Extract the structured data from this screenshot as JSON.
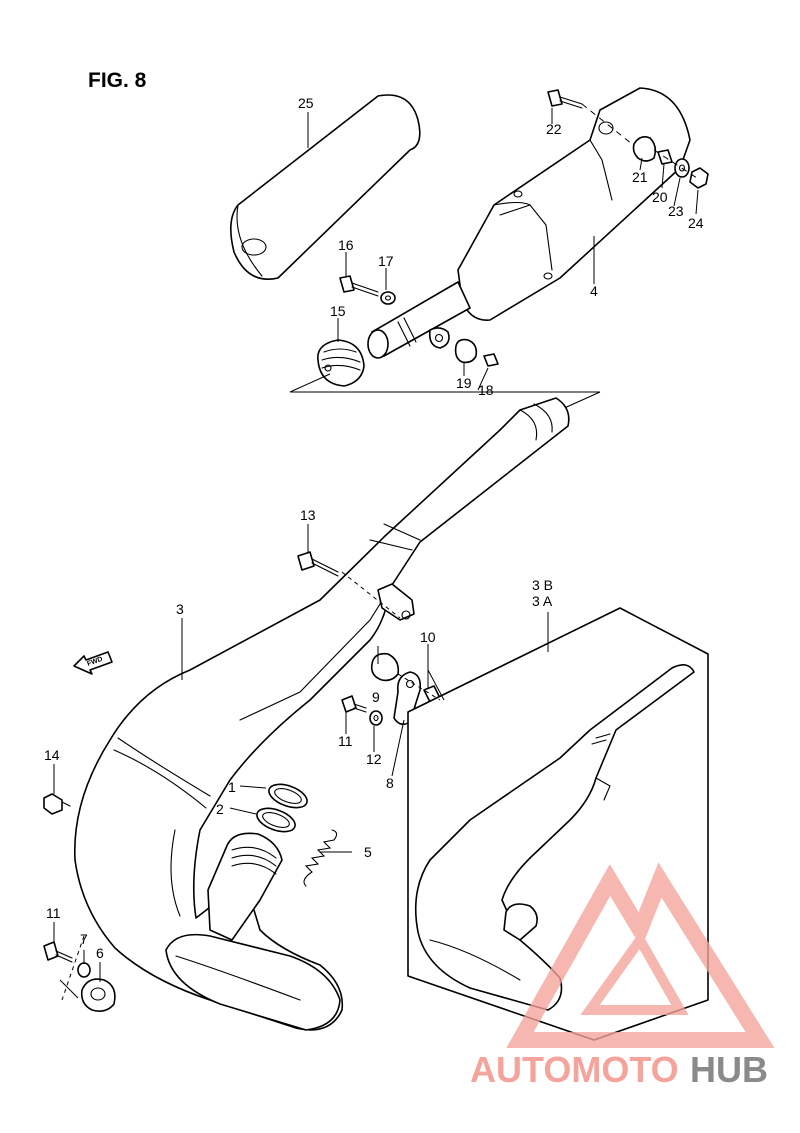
{
  "figure": {
    "title": "FIG. 8"
  },
  "direction": {
    "label": "FWD"
  },
  "callouts": {
    "c1": "1",
    "c2": "2",
    "c3": "3",
    "c3b": "3 B",
    "c3a": "3 A",
    "c4": "4",
    "c5": "5",
    "c6": "6",
    "c7": "7",
    "c8": "8",
    "c9": "9",
    "c10": "10",
    "c11a": "11",
    "c11b": "11",
    "c12": "12",
    "c13": "13",
    "c14": "14",
    "c15": "15",
    "c16": "16",
    "c17": "17",
    "c18": "18",
    "c19": "19",
    "c20": "20",
    "c21": "21",
    "c22": "22",
    "c23": "23",
    "c24": "24",
    "c25": "25"
  },
  "watermark": {
    "text_left": "AUTOMOTO",
    "text_right": "HUB",
    "color_left": "#f4a49a",
    "color_right": "#8a8a8a"
  }
}
